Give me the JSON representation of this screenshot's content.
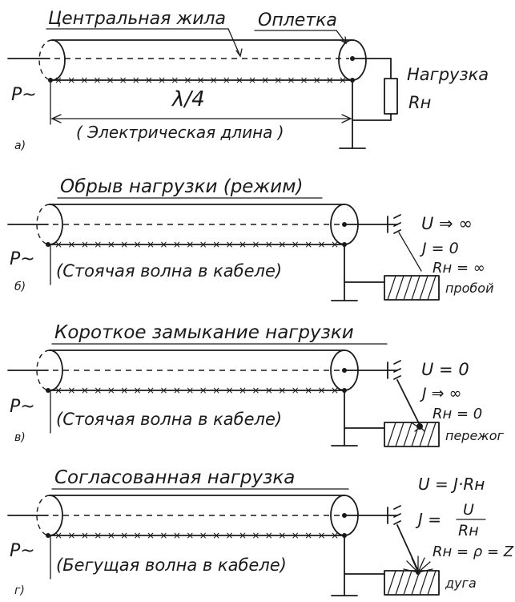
{
  "panel_a": {
    "center_conductor_label": "Центральная жила",
    "braid_label": "Оплетка",
    "load_label": "Нагрузка",
    "load_symbol": "Rн",
    "source_label": "P~",
    "wavelength_label": "λ/4",
    "length_caption": "( Электрическая длина )",
    "panel_letter": "а)"
  },
  "panel_b": {
    "title": "Обрыв нагрузки (режим)",
    "source_label": "P~",
    "caption": "(Стоячая волна в кабеле)",
    "voltage": "U ⇒ ∞",
    "current": "J = 0",
    "resistance": "Rн = ∞",
    "result": "пробой",
    "panel_letter": "б)"
  },
  "panel_c": {
    "title": "Короткое замыкание нагрузки",
    "source_label": "P~",
    "caption": "(Стоячая волна в кабеле)",
    "voltage": "U = 0",
    "current": "J ⇒ ∞",
    "resistance": "Rн = 0",
    "result": "пережог",
    "panel_letter": "в)"
  },
  "panel_d": {
    "title": "Согласованная нагрузка",
    "source_label": "P~",
    "caption": "(Бегущая волна в кабеле)",
    "voltage": "U = J·Rн",
    "current_lhs": "J =",
    "current_num": "U",
    "current_den": "Rн",
    "resistance": "Rн = ρ = Z",
    "result": "дуга",
    "panel_letter": "г)"
  },
  "colors": {
    "ink": "#1a1a1a",
    "background": "#ffffff"
  }
}
